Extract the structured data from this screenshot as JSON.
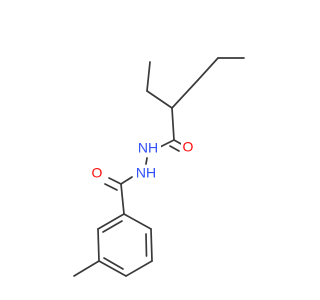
{
  "molecule": {
    "colors": {
      "bond": "#3a3a3a",
      "oxygen": "#ff0d0d",
      "nitrogen": "#3050f8"
    },
    "atoms": {
      "o_upper": {
        "symbol": "O",
        "element": "oxygen"
      },
      "nh_upper": {
        "symbol": "NH",
        "element": "nitrogen"
      },
      "nh_lower": {
        "symbol": "NH",
        "element": "nitrogen"
      },
      "o_lower": {
        "symbol": "O",
        "element": "oxygen"
      }
    }
  }
}
